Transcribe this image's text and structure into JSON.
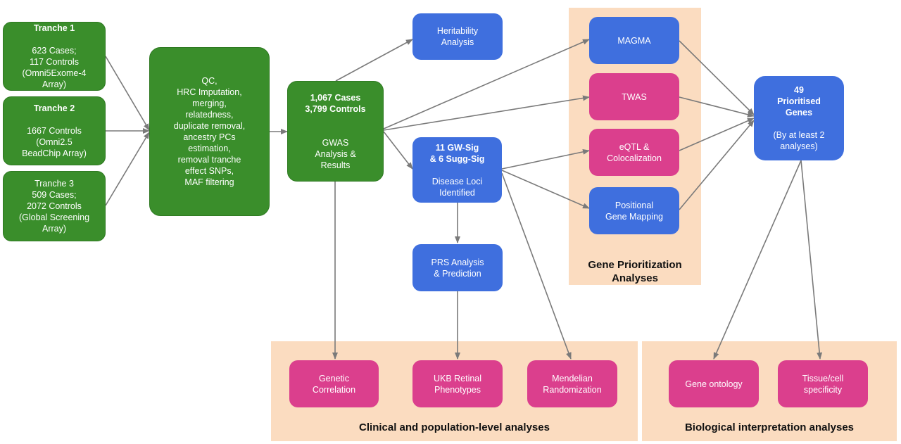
{
  "colors": {
    "green": "#3a8e2b",
    "blue": "#3f6fde",
    "pink": "#db3f8d",
    "panel": "#fbdcc0",
    "arrow": "#7a7a7a"
  },
  "tranches": [
    {
      "title": "Tranche 1",
      "body": "623 Cases;\n117 Controls\n(Omni5Exome-4\nArray)"
    },
    {
      "title": "Tranche 2",
      "body": "1667 Controls\n(Omni2.5\nBeadChip Array)"
    },
    {
      "title": "",
      "body": "Tranche 3\n509 Cases;\n2072 Controls\n(Global Screening\nArray)"
    }
  ],
  "qc": {
    "body": "QC,\nHRC Imputation,\nmerging,\nrelatedness,\nduplicate removal,\nancestry PCs\nestimation,\nremoval tranche\neffect SNPs,\nMAF filtering"
  },
  "gwas": {
    "title": "1,067 Cases\n3,799 Controls",
    "body": "GWAS\nAnalysis &\nResults"
  },
  "heritability": {
    "body": "Heritability\nAnalysis"
  },
  "loci": {
    "title": "11 GW-Sig\n& 6 Sugg-Sig",
    "body": "Disease Loci\nIdentified"
  },
  "prs": {
    "body": "PRS Analysis\n& Prediction"
  },
  "gene_prioritization": {
    "title": "Gene Prioritization\nAnalyses",
    "magma": "MAGMA",
    "twas": "TWAS",
    "eqtl": "eQTL &\nColocalization",
    "positional": "Positional\nGene Mapping"
  },
  "prioritised": {
    "title": "49\nPrioritised\nGenes",
    "body": "(By at least 2\nanalyses)"
  },
  "clinical": {
    "title": "Clinical and population-level analyses",
    "genetic_correlation": "Genetic\nCorrelation",
    "ukb": "UKB Retinal\nPhenotypes",
    "mendelian": "Mendelian\nRandomization"
  },
  "biological": {
    "title": "Biological interpretation analyses",
    "ontology": "Gene ontology",
    "tissue": "Tissue/cell\nspecificity"
  }
}
